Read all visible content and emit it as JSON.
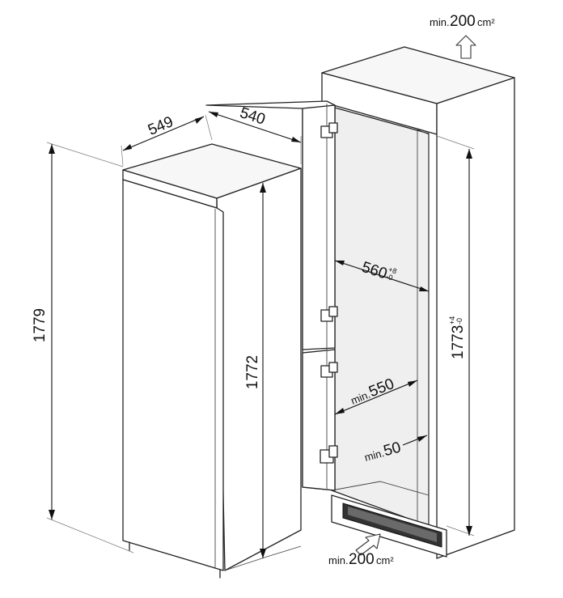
{
  "dimensions": {
    "appliance_depth": "549",
    "appliance_width": "540",
    "appliance_total_height": "1779",
    "appliance_body_height": "1772",
    "niche_height": "1773",
    "niche_height_tolerance_upper": "+4",
    "niche_height_tolerance_lower": "-0",
    "niche_width": "560",
    "niche_width_tolerance_upper": "+8",
    "niche_width_tolerance_lower": "-0",
    "min_depth_prefix": "min.",
    "min_depth": "550",
    "min_gap_prefix": "min.",
    "min_gap": "50"
  },
  "ventilation": {
    "top_prefix": "min.",
    "top_value": "200",
    "top_unit": "cm²",
    "bottom_prefix": "min.",
    "bottom_value": "200",
    "bottom_unit": "cm²"
  },
  "colors": {
    "line": "#222222",
    "background": "#ffffff",
    "vent_grille": "#333333"
  }
}
